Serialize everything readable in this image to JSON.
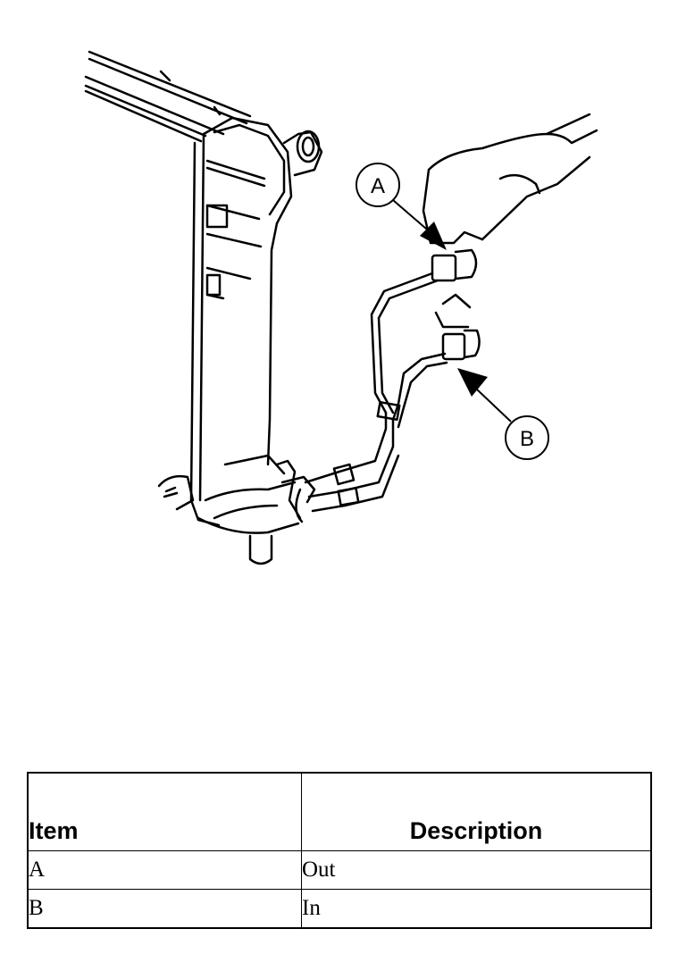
{
  "callouts": {
    "a": "A",
    "b": "B"
  },
  "legend_table": {
    "headers": {
      "item": "Item",
      "description": "Description"
    },
    "rows": [
      {
        "item": "A",
        "description": "Out"
      },
      {
        "item": "B",
        "description": "In"
      }
    ]
  }
}
